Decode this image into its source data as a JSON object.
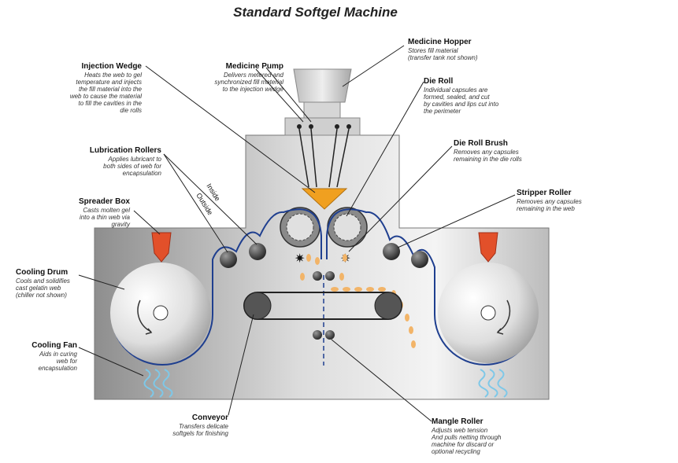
{
  "title": "Standard Softgel Machine",
  "labels": {
    "medicine_hopper": {
      "heading": "Medicine Hopper",
      "desc": "Stores fill material\n(transfer tank not shown)"
    },
    "injection_wedge": {
      "heading": "Injection Wedge",
      "desc": "Heats the web to gel\ntemperature and injects\nthe fill material into the\nweb to cause the material\nto fill the cavities in the\ndie rolls"
    },
    "medicine_pump": {
      "heading": "Medicine Pump",
      "desc": "Delivers metered and\nsynchronized fill material\nto the injection wedge"
    },
    "die_roll": {
      "heading": "Die Roll",
      "desc": "Individual capsules are\nformed, sealed, and cut\nby cavities and lips cut into\nthe perimeter"
    },
    "lubrication_rollers": {
      "heading": "Lubrication Rollers",
      "desc": "Applies lubricant to\nboth sides of web for\nencapsulation"
    },
    "die_roll_brush": {
      "heading": "Die Roll Brush",
      "desc": "Removes any capsules\nremaining in the die rolls"
    },
    "spreader_box": {
      "heading": "Spreader Box",
      "desc": "Casts molten gel\ninto a thin web via\ngravity"
    },
    "stripper_roller": {
      "heading": "Stripper Roller",
      "desc": "Removes any capsules\nremaining in the web"
    },
    "cooling_drum": {
      "heading": "Cooling Drum",
      "desc": "Cools and solidifies\ncast gelatin web\n(chiller not shown)"
    },
    "cooling_fan": {
      "heading": "Cooling Fan",
      "desc": "Aids in curing\nweb for\nencapsulation"
    },
    "conveyor": {
      "heading": "Conveyor",
      "desc": "Transfers delicate\nsoftgels for finishing"
    },
    "mangle_roller": {
      "heading": "Mangle Roller",
      "desc": "Adjusts web tension\nAnd pulls netting through\nmachine for discard or\noptional recycling"
    },
    "inside": "Inside",
    "outside": "Outside"
  },
  "colors": {
    "web_line": "#1f3f8f",
    "wedge": "#f0a020",
    "spreader": "#e2502a",
    "fan": "#7ec8e8",
    "capsule": "#f2b468"
  }
}
